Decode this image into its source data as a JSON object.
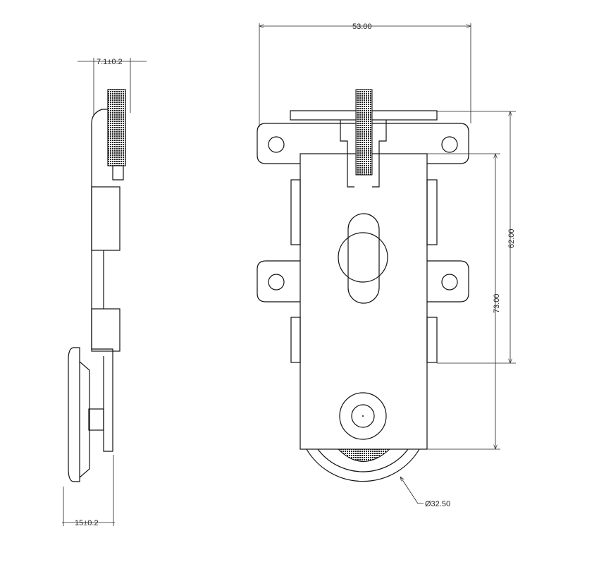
{
  "dimensions": {
    "width": "53.00",
    "thickness_top": "7.1±0.2",
    "height_upper": "62.00",
    "height_total": "73.00",
    "thickness_wheel": "15±0.2",
    "wheel_diameter": "Ø32.50"
  },
  "colors": {
    "line": "#111111",
    "background": "#ffffff"
  }
}
